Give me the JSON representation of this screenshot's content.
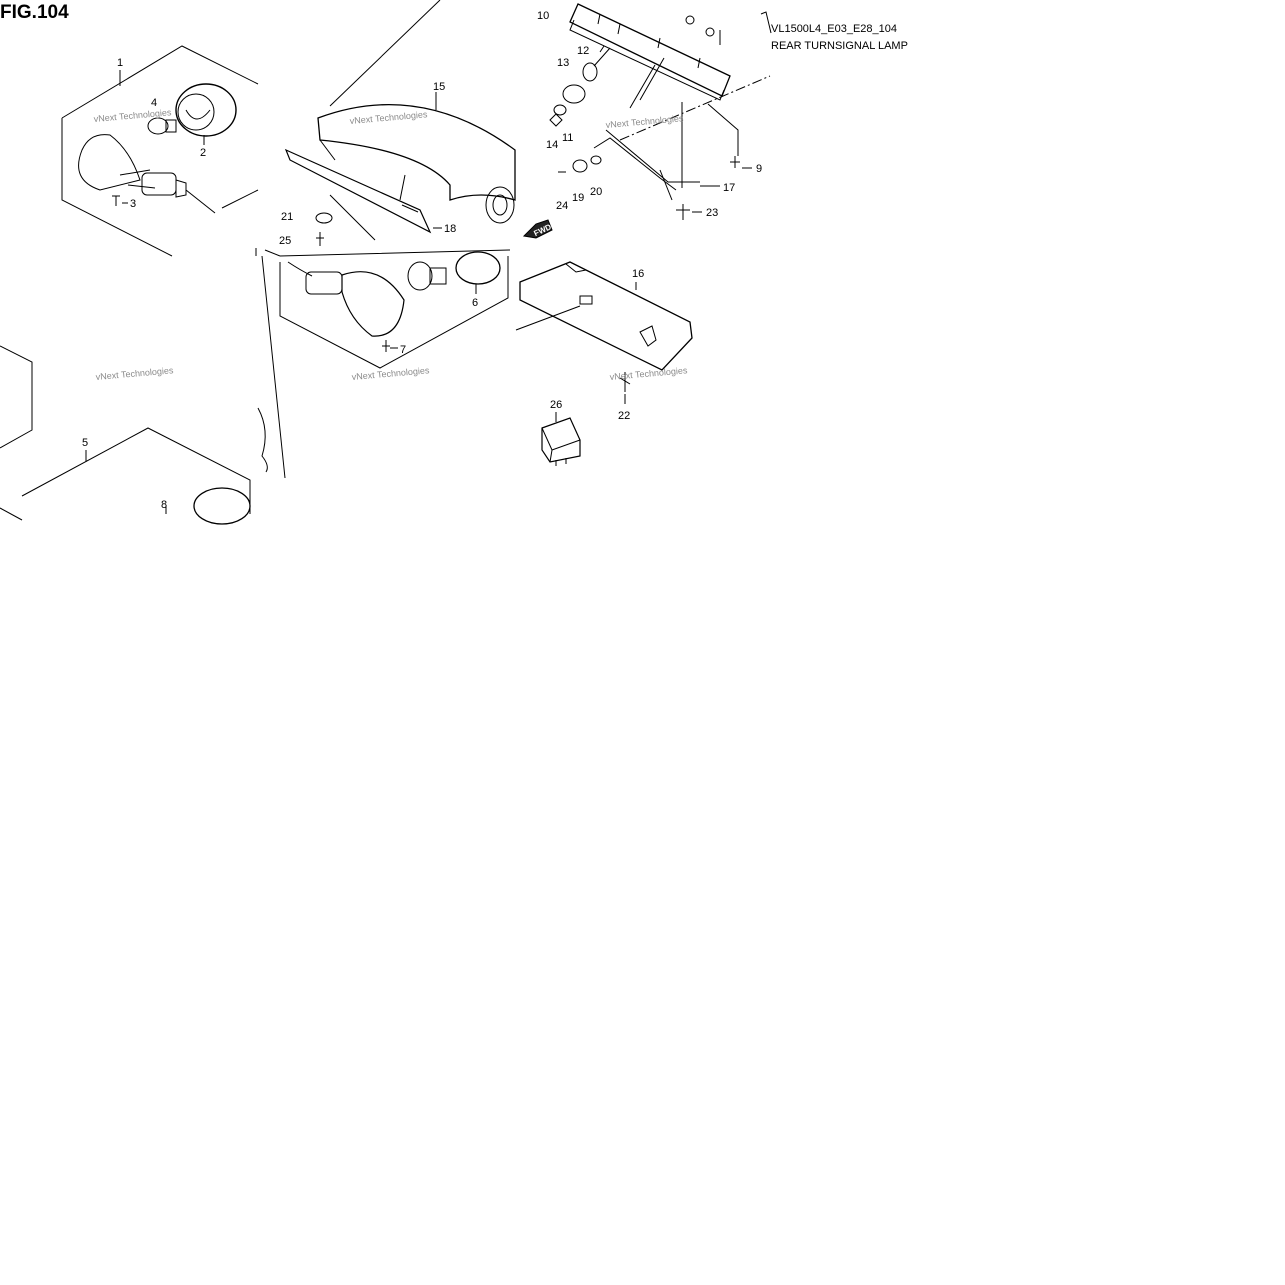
{
  "figure": {
    "title": "FIG.104",
    "code": "VL1500L4_E03_E28_104",
    "subtitle": "REAR TURNSIGNAL LAMP",
    "fwd_label": "FWD"
  },
  "watermark": "vNext Technologies",
  "callouts": [
    "1",
    "2",
    "3",
    "4",
    "5",
    "6",
    "7",
    "8",
    "9",
    "10",
    "11",
    "12",
    "13",
    "14",
    "15",
    "16",
    "17",
    "18",
    "19",
    "20",
    "21",
    "22",
    "23",
    "24",
    "25",
    "26"
  ]
}
